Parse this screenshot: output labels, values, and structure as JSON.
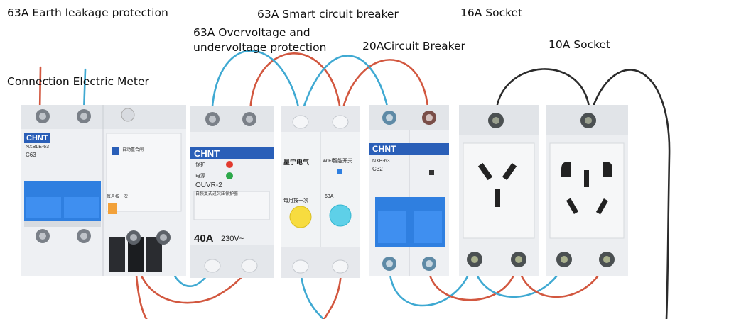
{
  "labels": {
    "elcb": "63A Earth leakage protection",
    "smart_breaker": "63A Smart circuit breaker",
    "socket16": "16A Socket",
    "ovp_line1": "63A Overvoltage and",
    "ovp_line2": "undervoltage protection",
    "cb20": "20ACircuit Breaker",
    "socket10": "10A Socket",
    "meter": "Connection Electric Meter"
  },
  "devices": {
    "elcb": {
      "brand": "CHNT",
      "model": "NXBLE-63",
      "rating": "C63",
      "side_note": "自动重合闸",
      "test_label": "每月按一次"
    },
    "ovp": {
      "brand": "CHNT",
      "protect": "保护",
      "power": "电源",
      "model": "OUVR-2",
      "desc": "自恢复式过欠压保护器",
      "rating": "40A",
      "voltage": "230V~"
    },
    "smart": {
      "brand": "星宁电气",
      "wifi": "WiFi智能开关",
      "test_label": "每月按一次",
      "rating": "63A"
    },
    "cb20": {
      "brand": "CHNT",
      "model": "NXB-63",
      "rating": "C32"
    }
  },
  "colors": {
    "live": "#d2573f",
    "neutral": "#3fa9d2",
    "earth": "#2b2b2b",
    "module": "#eef0f3",
    "breaker_blue": "#2f7fe0",
    "chnt_blue": "#2a5fb8"
  }
}
